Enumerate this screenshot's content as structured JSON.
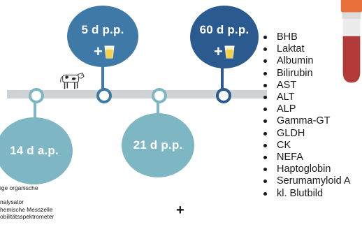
{
  "timepoints": [
    {
      "label": "14 d a.p.",
      "color": "#7fb6c3",
      "has_sample_icon": false
    },
    {
      "label": "5 d p.p.",
      "color": "#3e79a8",
      "has_sample_icon": true
    },
    {
      "label": "21 d p.p.",
      "color": "#7fb6c3",
      "has_sample_icon": false
    },
    {
      "label": "60 d p.p.",
      "color": "#2a5a8f",
      "has_sample_icon": true
    }
  ],
  "parameters": [
    "BHB",
    "Laktat",
    "Albumin",
    "Bilirubin",
    "AST",
    "ALT",
    "ALP",
    "Gamma-GT",
    "GLDH",
    "CK",
    "NEFA",
    "Haptoglobin",
    "Serumamyloid A",
    "kl. Blutbild"
  ],
  "notes": [
    "ige organische",
    "",
    "nalysator",
    "hemische Messzelle",
    "obilitätsspektrometer"
  ],
  "plus_symbol": "+",
  "colors": {
    "timeline": "#cfd3d6",
    "light_blue": "#7fb6c3",
    "mid_blue": "#3e79a8",
    "dark_blue": "#2a5a8f",
    "tube_blood": "#b33a3a",
    "tube_cap": "#e8703a",
    "urine": "#f3d04a"
  },
  "icons": [
    "cow-icon",
    "blood-tube-icon",
    "urine-cup-icon",
    "plus-icon"
  ]
}
